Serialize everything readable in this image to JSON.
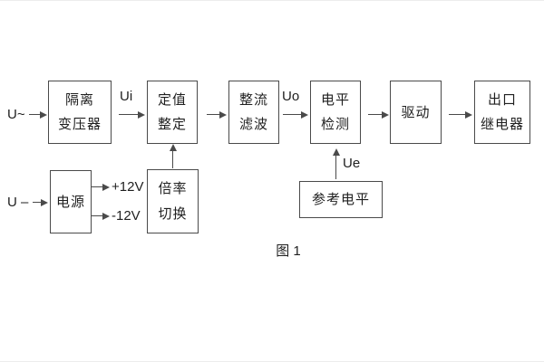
{
  "diagram": {
    "caption": "图 1",
    "boxes": [
      {
        "name": "isolation-transformer",
        "lines": [
          "隔离",
          "变压器"
        ]
      },
      {
        "name": "setpoint-adjustment",
        "lines": [
          "定值",
          "整定"
        ]
      },
      {
        "name": "rectifier-filter",
        "lines": [
          "整流",
          "滤波"
        ]
      },
      {
        "name": "level-detection",
        "lines": [
          "电平",
          "检测"
        ]
      },
      {
        "name": "driver",
        "lines": [
          "驱动"
        ]
      },
      {
        "name": "output-relay",
        "lines": [
          "出口",
          "继电器"
        ]
      },
      {
        "name": "power-supply",
        "lines": [
          "电源"
        ]
      },
      {
        "name": "ratio-switching",
        "lines": [
          "倍率",
          "切换"
        ]
      },
      {
        "name": "reference-level",
        "lines": [
          "参考电平"
        ]
      }
    ],
    "signal_labels": {
      "ac_input": "U~",
      "dc_input": "U –",
      "ui": "Ui",
      "uo": "Uo",
      "ue": "Ue",
      "plus_12v": "+12V",
      "minus_12v": "-12V"
    },
    "colors": {
      "line": "#4a4a4a",
      "text": "#1f1f1f",
      "background": "#ffffff"
    }
  }
}
